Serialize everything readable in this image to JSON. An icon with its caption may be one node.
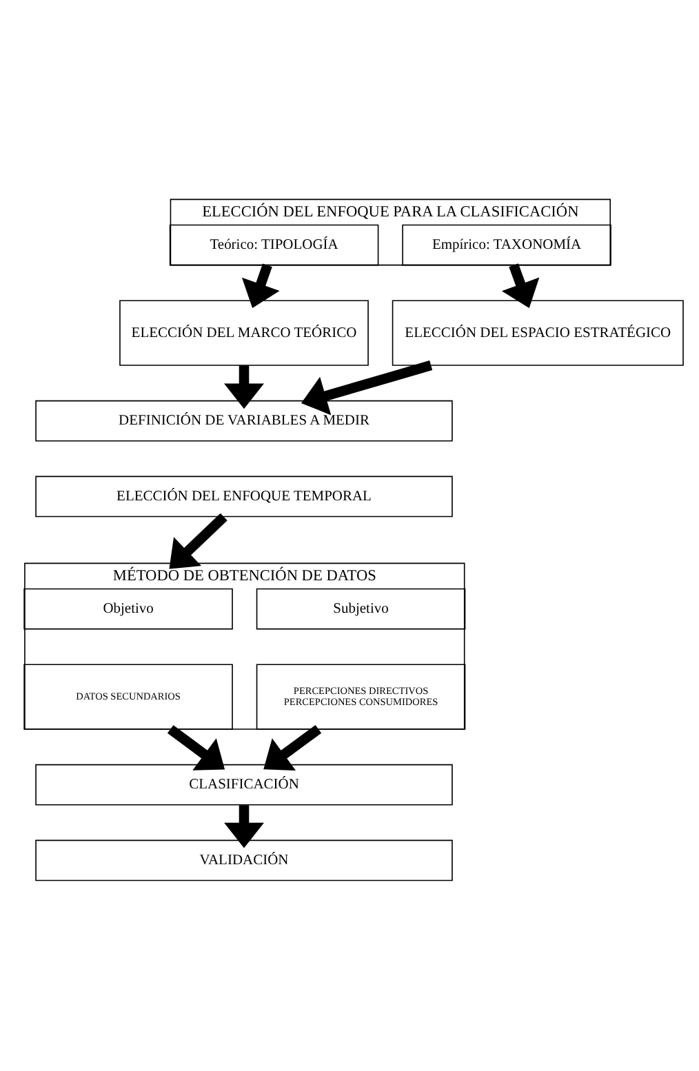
{
  "diagram": {
    "nodes": [
      {
        "text": [
          "ELECCIÓN DEL ENFOQUE PARA LA CLASIFICACIÓN"
        ]
      },
      {
        "text": [
          "Teórico: TIPOLOGÍA"
        ],
        "in": 0
      },
      {
        "text": [
          "Empírico: TAXONOMÍA"
        ],
        "in": 0
      },
      {
        "text": [
          "ELECCIÓN DEL MARCO TEÓRICO"
        ]
      },
      {
        "text": [
          "ELECCIÓN DEL ESPACIO ESTRATÉGICO"
        ]
      },
      {
        "text": [
          "DEFINICIÓN DE VARIABLES A MEDIR"
        ]
      },
      {
        "text": [
          "ELECCIÓN DEL ENFOQUE TEMPORAL"
        ]
      },
      {
        "text": [
          "MÉTODO DE OBTENCIÓN DE DATOS"
        ]
      },
      {
        "text": [
          "Objetivo"
        ],
        "in": 7
      },
      {
        "text": [
          "Subjetivo"
        ],
        "in": 7
      },
      {
        "text": [
          "DATOS SECUNDARIOS"
        ],
        "in": 7
      },
      {
        "text": [
          "PERCEPCIONES DIRECTIVOS",
          "PERCEPCIONES CONSUMIDORES"
        ],
        "in": 7
      },
      {
        "text": [
          "CLASIFICACIÓN"
        ]
      },
      {
        "text": [
          "VALIDACIÓN"
        ]
      }
    ],
    "edges": [
      {
        "from": 1,
        "to": 3,
        "arrow": "to"
      },
      {
        "from": 2,
        "to": 4,
        "arrow": "to"
      },
      {
        "from": 3,
        "to": 5,
        "arrow": "to"
      },
      {
        "from": 4,
        "to": 5,
        "arrow": "to"
      },
      {
        "from": 6,
        "to": 7,
        "arrow": "to"
      },
      {
        "from": 10,
        "to": 12,
        "arrow": "to"
      },
      {
        "from": 11,
        "to": 12,
        "arrow": "to"
      },
      {
        "from": 12,
        "to": 13,
        "arrow": "to"
      }
    ]
  }
}
